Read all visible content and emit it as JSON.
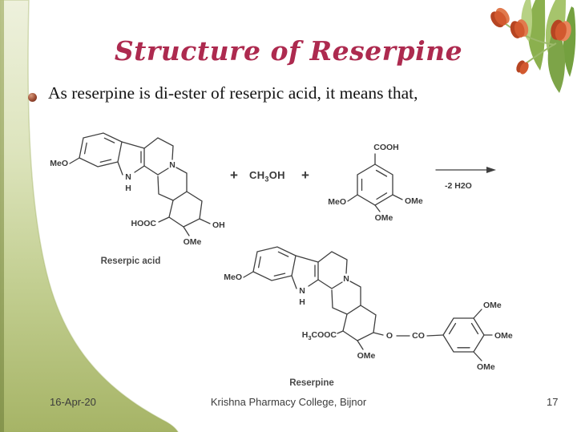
{
  "slide": {
    "title": "Structure of Reserpine",
    "bullet": "As reserpine is di-ester of reserpic acid, it means that,"
  },
  "reaction": {
    "plus_left": "+",
    "plus_right": "+",
    "methanol": {
      "head": "CH",
      "sub": "3",
      "tail": "OH"
    },
    "arrow_label": "-2 H2O"
  },
  "reserpic_acid": {
    "caption": "Reserpic acid",
    "labels": {
      "meo": "MeO",
      "indole_n": "N",
      "indole_h": "H",
      "ring_n": "N",
      "acid": "HOOC",
      "hydroxyl": "OH",
      "methoxy": "OMe"
    }
  },
  "tmb_acid": {
    "labels": {
      "cooh": "COOH",
      "meo": "MeO",
      "ome_bottom": "OMe",
      "ome_right": "OMe"
    }
  },
  "reserpine": {
    "caption": "Reserpine",
    "labels": {
      "meo": "MeO",
      "indole_n": "N",
      "indole_h": "H",
      "ring_n": "N",
      "ester_head": "H",
      "ester_sub": "3",
      "ester_rest": "COOC",
      "methoxy": "OMe",
      "o_bridge": "O",
      "carbonyl": "CO",
      "ome_top": "OMe",
      "ome_right": "OMe",
      "ome_bottom": "OMe"
    }
  },
  "footer": {
    "date": "16-Apr-20",
    "college": "Krishna Pharmacy College, Bijnor",
    "page": "17"
  },
  "colors": {
    "title_red": "#ad2a4f",
    "structure_gray": "#3a3a3a",
    "accent_green": "#a6b466",
    "flower_orange": "#d2592f"
  }
}
